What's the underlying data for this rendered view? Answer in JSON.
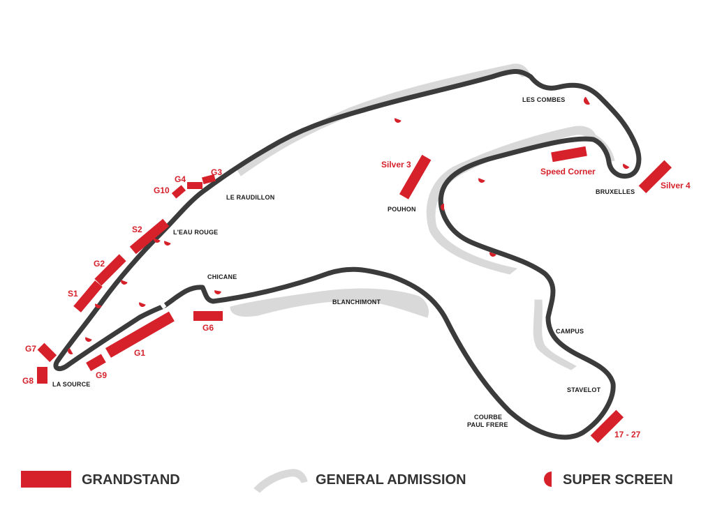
{
  "colors": {
    "track": "#3b3b3b",
    "grandstand": "#d6212b",
    "general_admission": "#d9d9d9",
    "super_screen": "#d6212b",
    "legend_text": "#333333"
  },
  "corners": {
    "les_combes": "LES COMBES",
    "bruxelles": "BRUXELLES",
    "pouhon": "POUHON",
    "le_raudillon": "LE RAUDILLON",
    "eau_rouge": "L'EAU ROUGE",
    "chicane": "CHICANE",
    "blanchimont": "BLANCHIMONT",
    "campus": "CAMPUS",
    "stavelot": "STAVELOT",
    "courbe_line1": "COURBE",
    "courbe_line2": "PAUL FRERE",
    "la_source": "LA SOURCE"
  },
  "grandstands": {
    "g1": "G1",
    "g2": "G2",
    "g3": "G3",
    "g4": "G4",
    "g6": "G6",
    "g7": "G7",
    "g8": "G8",
    "g9": "G9",
    "g10": "G10",
    "s1": "S1",
    "s2": "S2",
    "silver3": "Silver 3",
    "silver4": "Silver 4",
    "speed_corner": "Speed Corner",
    "gs_17_27": "17 - 27"
  },
  "legend": {
    "grandstand": "GRANDSTAND",
    "general_admission": "GENERAL ADMISSION",
    "super_screen": "SUPER SCREEN"
  }
}
